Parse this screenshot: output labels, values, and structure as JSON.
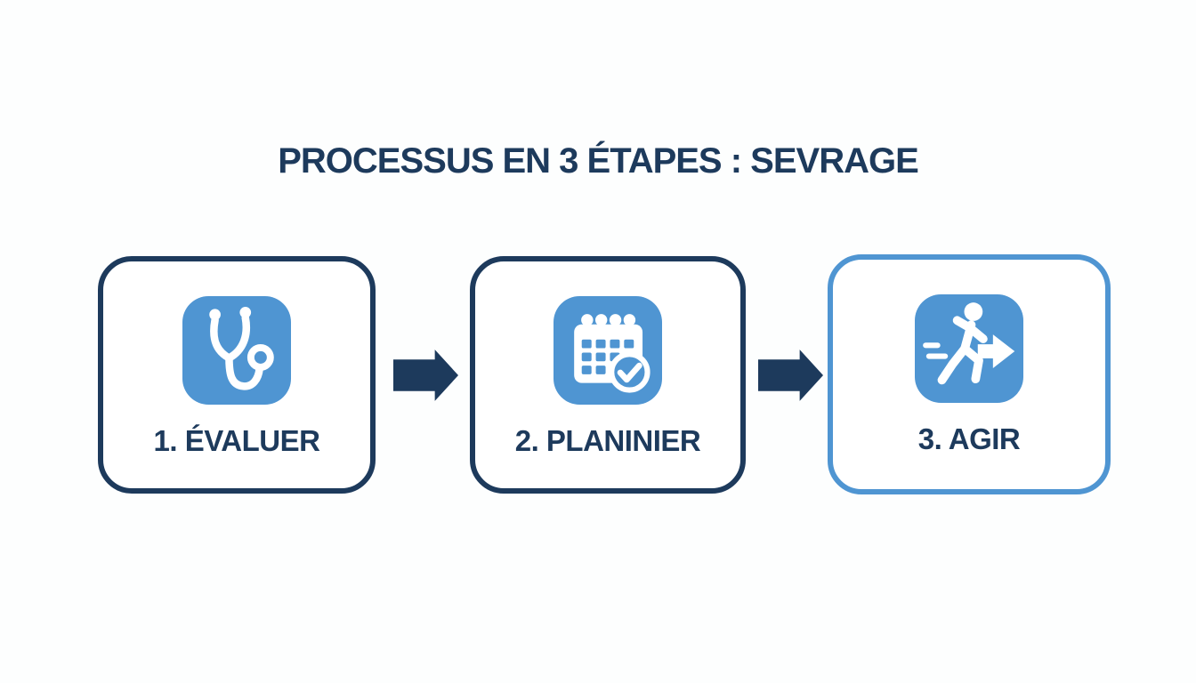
{
  "title": "PROCESSUS EN 3 ÉTAPES : SEVRAGE",
  "colors": {
    "navy": "#1d3a5c",
    "accent_blue": "#4f95d2",
    "background": "#fdfefe",
    "icon_foreground": "#ffffff",
    "box_fill": "#ffffff"
  },
  "steps": [
    {
      "label": "1. ÉVALUER",
      "icon": "stethoscope-icon",
      "border_color": "#1d3a5c"
    },
    {
      "label": "2. PLANINIER",
      "icon": "calendar-check-icon",
      "border_color": "#1d3a5c"
    },
    {
      "label": "3. AGIR",
      "icon": "running-person-arrow-icon",
      "border_color": "#4f95d2"
    }
  ],
  "connectors": [
    {
      "icon": "arrow-right-icon"
    },
    {
      "icon": "arrow-right-icon"
    }
  ]
}
